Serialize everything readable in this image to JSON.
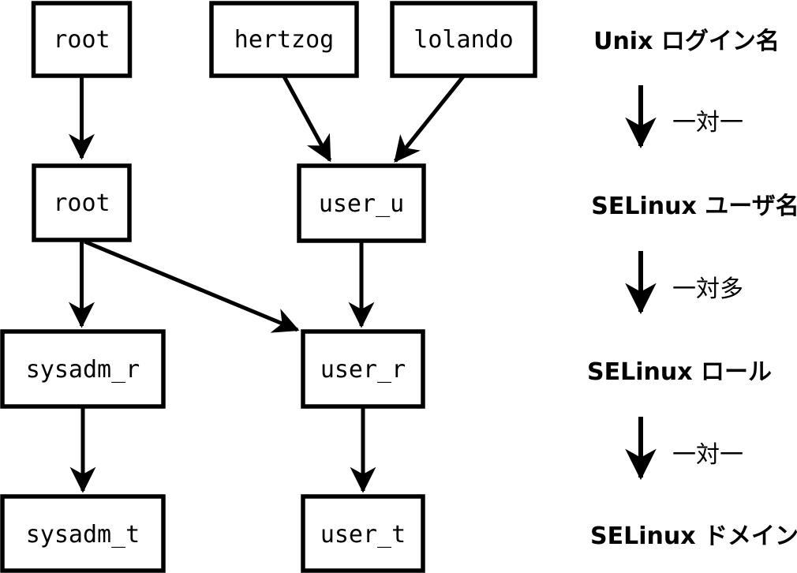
{
  "diagram": {
    "title_semantic": "Mapping between Unix login names, SELinux users, roles and domains",
    "colors": {
      "ink": "#000000",
      "background": "#ffffff"
    },
    "boxes": {
      "unix_root": "root",
      "unix_hertzog": "hertzog",
      "unix_lolando": "lolando",
      "sel_root": "root",
      "sel_user_u": "user_u",
      "role_sysadm_r": "sysadm_r",
      "role_user_r": "user_r",
      "dom_sysadm_t": "sysadm_t",
      "dom_user_t": "user_t"
    },
    "edges": [
      {
        "from": "unix_root",
        "to": "sel_root"
      },
      {
        "from": "unix_hertzog",
        "to": "sel_user_u"
      },
      {
        "from": "unix_lolando",
        "to": "sel_user_u"
      },
      {
        "from": "sel_root",
        "to": "role_sysadm_r"
      },
      {
        "from": "sel_root",
        "to": "role_user_r"
      },
      {
        "from": "sel_user_u",
        "to": "role_user_r"
      },
      {
        "from": "role_sysadm_r",
        "to": "dom_sysadm_t"
      },
      {
        "from": "role_user_r",
        "to": "dom_user_t"
      }
    ],
    "legend": {
      "level1": "Unix ログイン名",
      "rel1": "一対一",
      "level2": "SELinux ユーザ名",
      "rel2": "一対多",
      "level3": "SELinux ロール",
      "rel3": "一対一",
      "level4": "SELinux ドメイン"
    }
  }
}
